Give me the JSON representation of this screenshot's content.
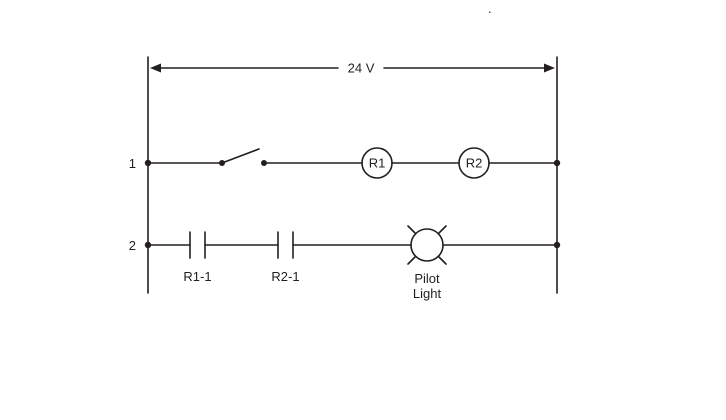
{
  "colors": {
    "line": "#231f20",
    "background": "#ffffff"
  },
  "diagram": {
    "type": "relay-ladder-circuit",
    "voltage_label": "24 V",
    "rung1": {
      "number": "1",
      "coil1_label": "R1",
      "coil2_label": "R2"
    },
    "rung2": {
      "number": "2",
      "contact1_label": "R1-1",
      "contact2_label": "R2-1",
      "pilot_label_line1": "Pilot",
      "pilot_label_line2": "Light"
    },
    "stray_mark": "."
  }
}
